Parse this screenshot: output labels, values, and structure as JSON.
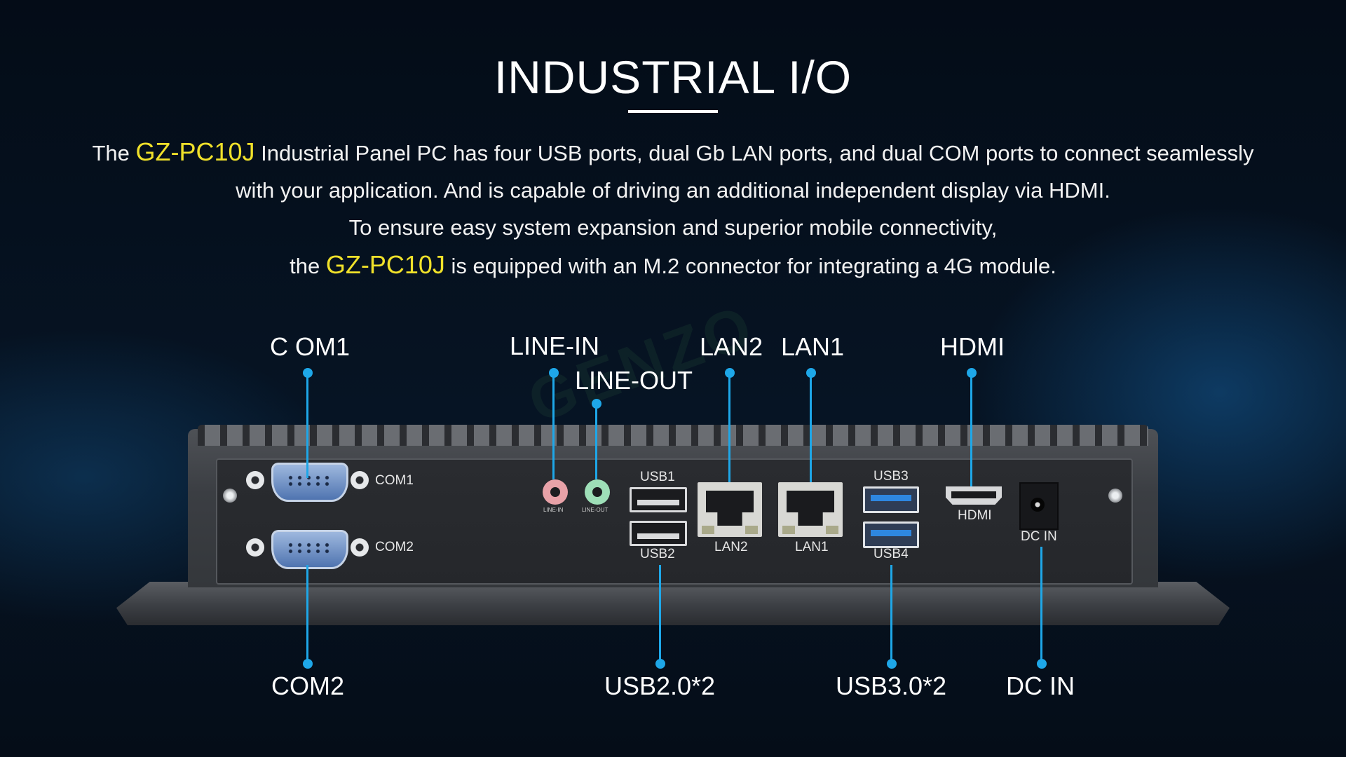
{
  "title": "INDUSTRIAL I/O",
  "description": {
    "line1_pre": "The ",
    "model": "GZ-PC10J",
    "line1_post": " Industrial Panel PC has four USB ports, dual Gb LAN ports, and dual COM ports to connect seamlessly",
    "line2": "with your application. And is capable of driving an additional independent display via HDMI.",
    "line3": "To ensure easy system expansion and superior mobile connectivity,",
    "line4_pre": "the ",
    "line4_post": " is equipped with an M.2 connector for integrating a 4G module."
  },
  "callouts": {
    "com1": "C OM1",
    "line_in": "LINE-IN",
    "line_out": "LINE-OUT",
    "lan2": "LAN2",
    "lan1": "LAN1",
    "hdmi": "HDMI",
    "com2": "COM2",
    "usb20": "USB2.0*2",
    "usb30": "USB3.0*2",
    "dc_in": "DC IN"
  },
  "port_labels": {
    "com1": "COM1",
    "com2": "COM2",
    "line_in": "LINE-IN",
    "line_out": "LINE-OUT",
    "usb1": "USB1",
    "usb2": "USB2",
    "usb3": "USB3",
    "usb4": "USB4",
    "lan2": "LAN2",
    "lan1": "LAN1",
    "hdmi": "HDMI",
    "dc_in": "DC IN"
  },
  "watermark": "GENZO",
  "colors": {
    "highlight": "#f0e12a",
    "leader": "#1ea7e8",
    "background": "#061424"
  }
}
